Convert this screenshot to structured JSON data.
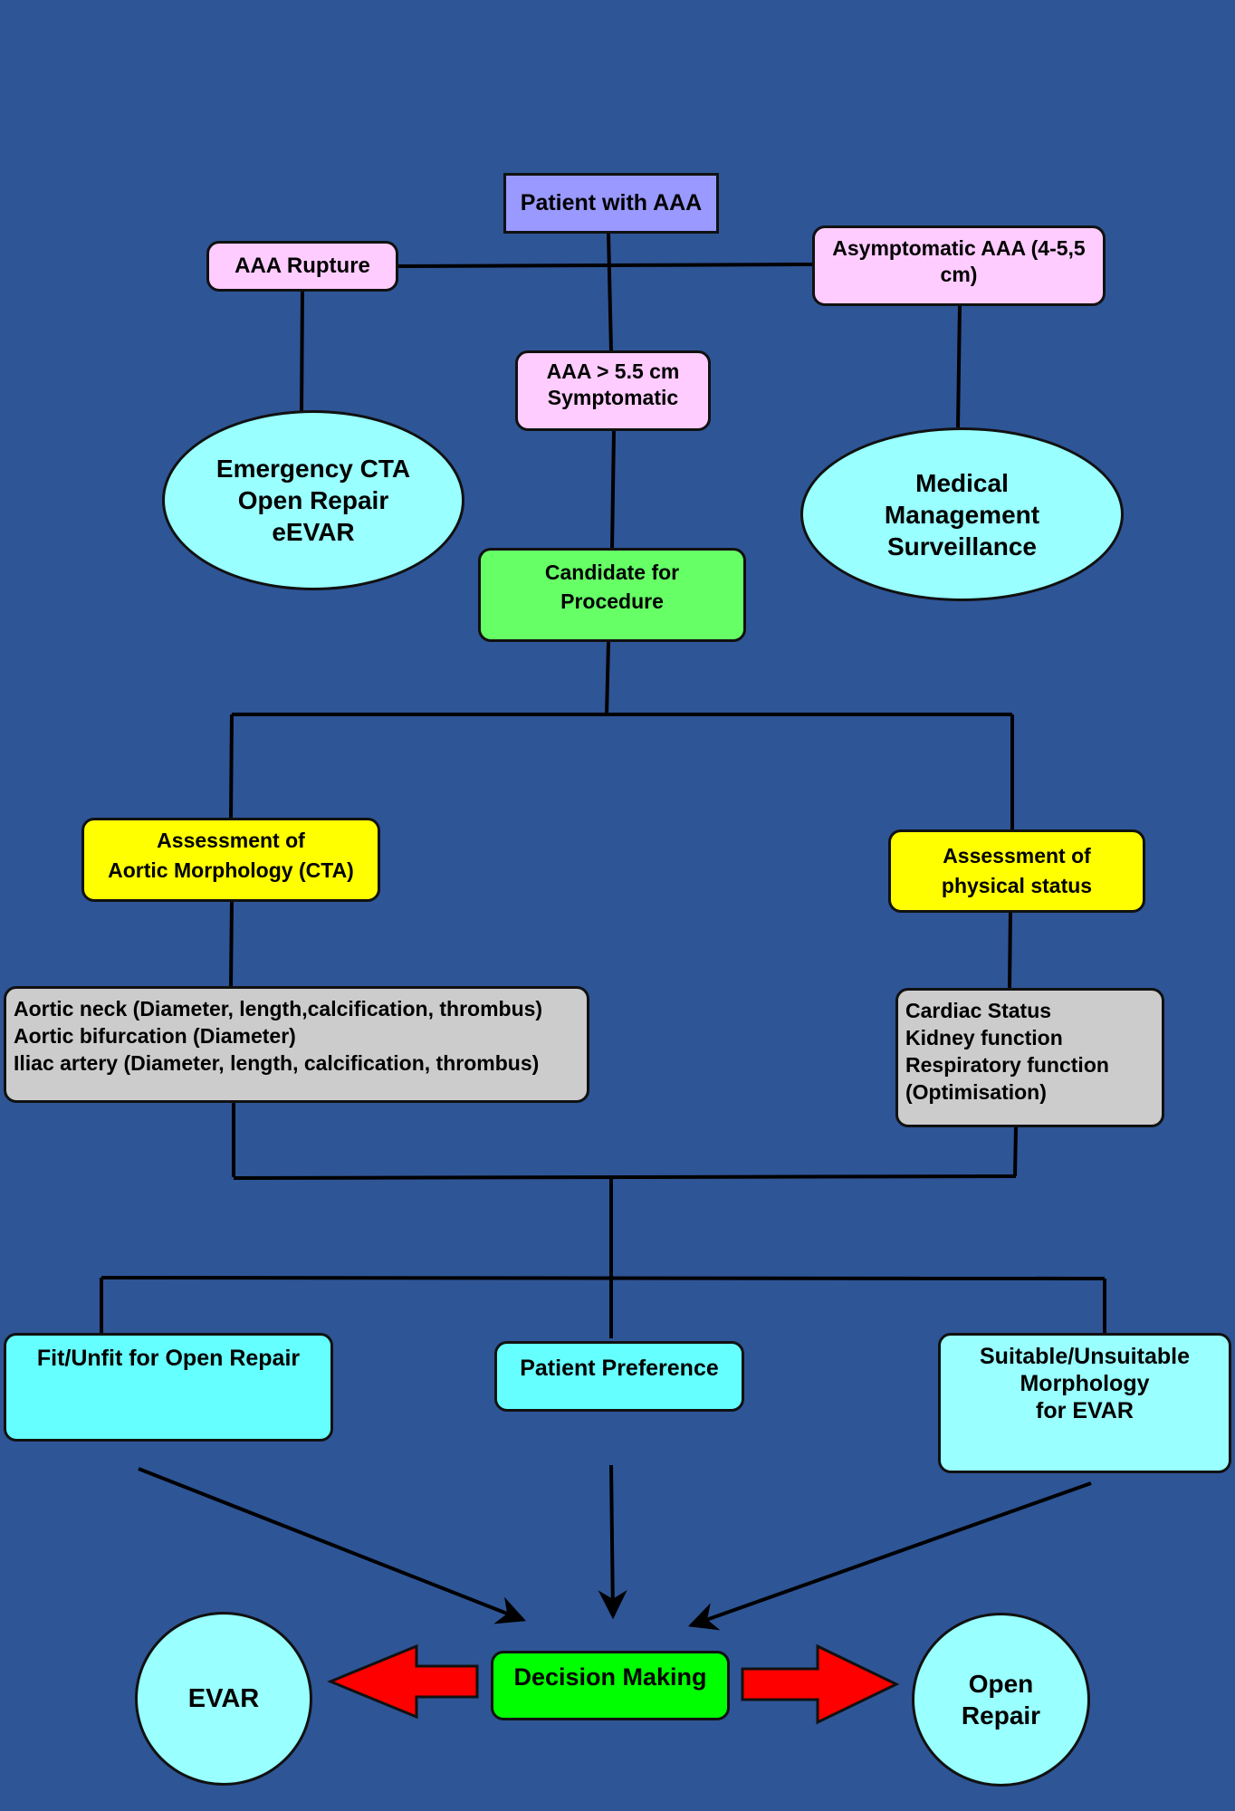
{
  "nodes": {
    "patient": "Patient with AAA",
    "rupture": "AAA Rupture",
    "asymptomatic": "Asymptomatic AAA (4-5,5\ncm)",
    "symptomatic": "AAA > 5.5 cm\nSymptomatic",
    "emergency": "Emergency CTA\nOpen Repair\neEVAR",
    "medical": "Medical\nManagement\nSurveillance",
    "candidate": "Candidate for\nProcedure",
    "aortic_assess": "Assessment of\nAortic Morphology (CTA)",
    "physical_assess": "Assessment of\nphysical status",
    "aortic_details": "Aortic neck (Diameter, length,calcification, thrombus)\n Aortic bifurcation  (Diameter)\n Iliac artery (Diameter, length, calcification, thrombus)",
    "physical_details": "Cardiac Status\nKidney function\nRespiratory function\n(Optimisation)",
    "fit": "Fit/Unfit for Open Repair",
    "preference": "Patient Preference",
    "suitable": "Suitable/Unsuitable\nMorphology\nfor EVAR",
    "decision": "Decision Making",
    "evar": "EVAR",
    "open_repair": "Open\nRepair"
  },
  "colors": {
    "background": "#2e5596",
    "pink": "#ffccff",
    "lavender": "#9999ff",
    "light_cyan": "#99ffff",
    "cyan": "#66ffff",
    "green": "#66ff66",
    "bright_green": "#00ff00",
    "yellow": "#ffff00",
    "grey": "#cccccc",
    "arrow_red": "#ff0000"
  }
}
